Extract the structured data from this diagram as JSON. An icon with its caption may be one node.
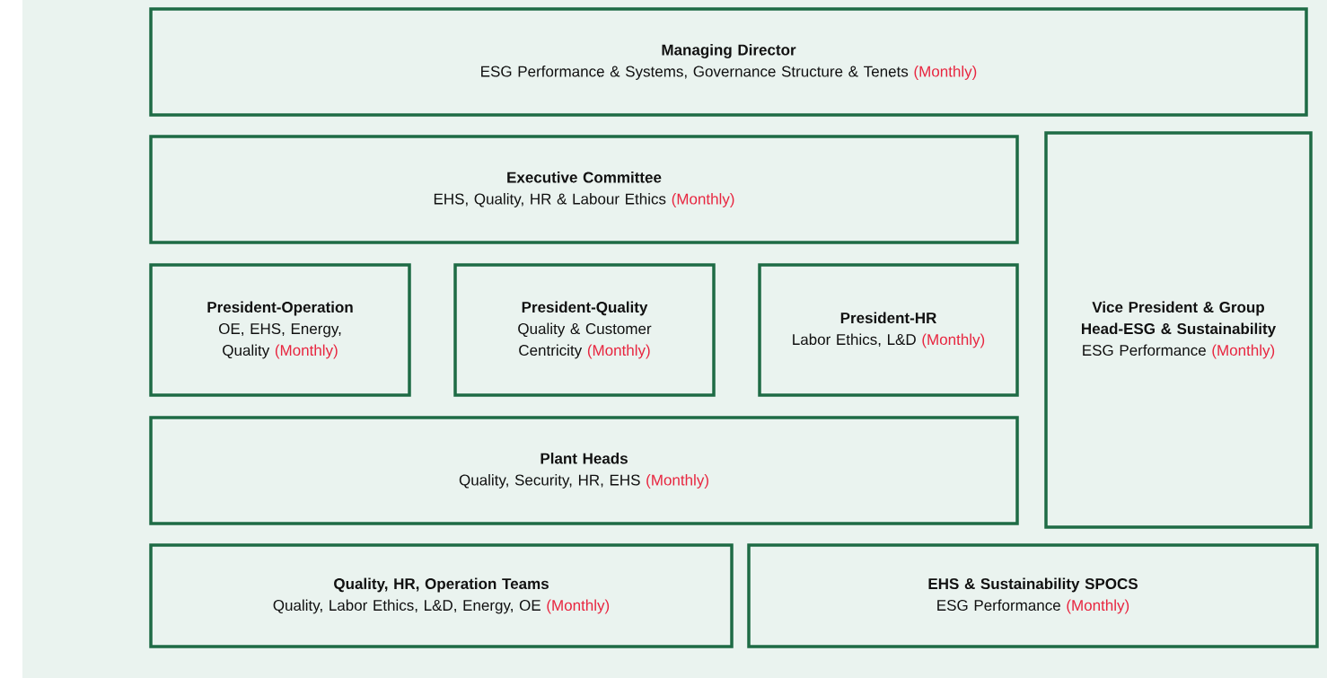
{
  "diagram": {
    "nodes": [
      {
        "text": [
          "Managing Director",
          "ESG Performance & Systems, Governance Structure & Tenets",
          "(Monthly)"
        ]
      },
      {
        "text": [
          "Executive Committee",
          "EHS, Quality, HR & Labour Ethics",
          "(Monthly)"
        ]
      },
      {
        "text": [
          "President-Operation",
          "OE, EHS, Energy, Quality",
          "(Monthly)"
        ]
      },
      {
        "text": [
          "President-Quality",
          "Quality & Customer Centricity",
          "(Monthly)"
        ]
      },
      {
        "text": [
          "President-HR",
          "Labor Ethics, L&D",
          "(Monthly)"
        ]
      },
      {
        "text": [
          "Plant Heads",
          "Quality, Security, HR, EHS",
          "(Monthly)"
        ]
      },
      {
        "text": [
          "Vice President & Group Head-ESG & Sustainability",
          "ESG Performance",
          "(Monthly)"
        ]
      },
      {
        "text": [
          "Quality, HR, Operation Teams",
          "Quality, Labor Ethics, L&D, Energy, OE",
          "(Monthly)"
        ]
      },
      {
        "text": [
          "EHS & Sustainability SPOCS",
          "ESG Performance",
          "(Monthly)"
        ]
      }
    ]
  }
}
